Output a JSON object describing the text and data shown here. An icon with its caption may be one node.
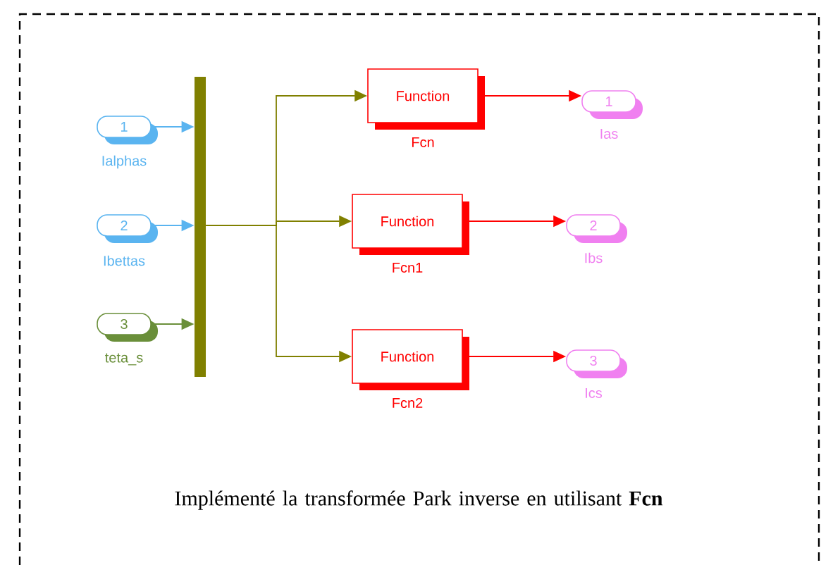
{
  "diagram": {
    "caption": "Implémenté la transformée Park inverse en utilisant **Fcn**",
    "nodes": [
      {
        "text": [
          "1"
        ],
        "beside": [
          "Ialphas"
        ]
      },
      {
        "text": [
          "2"
        ],
        "beside": [
          "Ibettas"
        ]
      },
      {
        "text": [
          "3"
        ],
        "beside": [
          "teta_s"
        ]
      },
      {
        "text": [],
        "shape": "bar"
      },
      {
        "text": [
          "Function"
        ],
        "beside": [
          "Fcn"
        ]
      },
      {
        "text": [
          "Function"
        ],
        "beside": [
          "Fcn1"
        ]
      },
      {
        "text": [
          "Function"
        ],
        "beside": [
          "Fcn2"
        ]
      },
      {
        "text": [
          "1"
        ],
        "beside": [
          "Ias"
        ]
      },
      {
        "text": [
          "2"
        ],
        "beside": [
          "Ibs"
        ]
      },
      {
        "text": [
          "3"
        ],
        "beside": [
          "Ics"
        ]
      }
    ],
    "edges": [
      {
        "from": 0,
        "to": 3,
        "arrow": "to",
        "color": "#5ab4f0"
      },
      {
        "from": 1,
        "to": 3,
        "arrow": "to",
        "color": "#5ab4f0"
      },
      {
        "from": 2,
        "to": 3,
        "arrow": "to",
        "color": "#6a8f3a"
      },
      {
        "from": 3,
        "to": 4,
        "arrow": "to"
      },
      {
        "from": 3,
        "to": 5,
        "arrow": "to"
      },
      {
        "from": 3,
        "to": 6,
        "arrow": "to"
      },
      {
        "from": 4,
        "to": 7,
        "arrow": "to",
        "color": "#ff0000"
      },
      {
        "from": 5,
        "to": 8,
        "arrow": "to",
        "color": "#ff0000"
      },
      {
        "from": 6,
        "to": 9,
        "arrow": "to",
        "color": "#ff0000"
      }
    ]
  }
}
